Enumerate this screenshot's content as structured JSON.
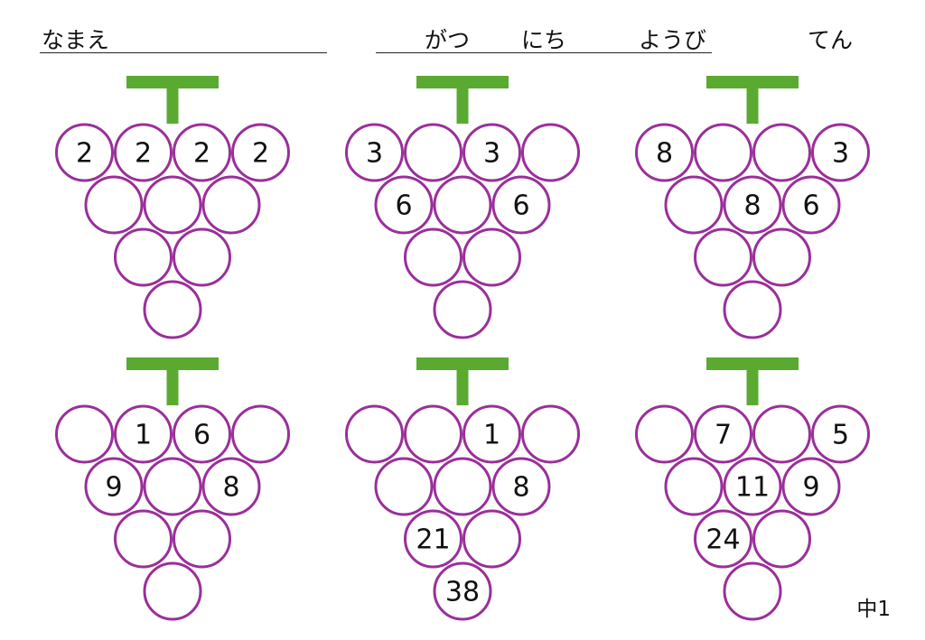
{
  "header": {
    "name_label": "なまえ",
    "month_label": "がつ",
    "day_label": "にち",
    "weekday_label": "ようび",
    "score_label": "てん"
  },
  "colors": {
    "stem": "#5aaa32",
    "circle_outline": "#9a2f9a"
  },
  "puzzles": [
    {
      "rows": [
        [
          "2",
          "2",
          "2",
          "2"
        ],
        [
          "",
          "",
          ""
        ],
        [
          "",
          ""
        ],
        [
          ""
        ]
      ]
    },
    {
      "rows": [
        [
          "3",
          "",
          "3",
          ""
        ],
        [
          "6",
          "",
          "6"
        ],
        [
          "",
          ""
        ],
        [
          ""
        ]
      ]
    },
    {
      "rows": [
        [
          "8",
          "",
          "",
          "3"
        ],
        [
          "",
          "8",
          "6"
        ],
        [
          "",
          ""
        ],
        [
          ""
        ]
      ]
    },
    {
      "rows": [
        [
          "",
          "1",
          "6",
          ""
        ],
        [
          "9",
          "",
          "8"
        ],
        [
          "",
          ""
        ],
        [
          ""
        ]
      ]
    },
    {
      "rows": [
        [
          "",
          "",
          "1",
          ""
        ],
        [
          "",
          "",
          "8"
        ],
        [
          "21",
          ""
        ],
        [
          "38"
        ]
      ]
    },
    {
      "rows": [
        [
          "",
          "7",
          "",
          "5"
        ],
        [
          "",
          "11",
          "9"
        ],
        [
          "24",
          ""
        ],
        [
          ""
        ]
      ]
    }
  ],
  "footer": {
    "code": "中1"
  }
}
